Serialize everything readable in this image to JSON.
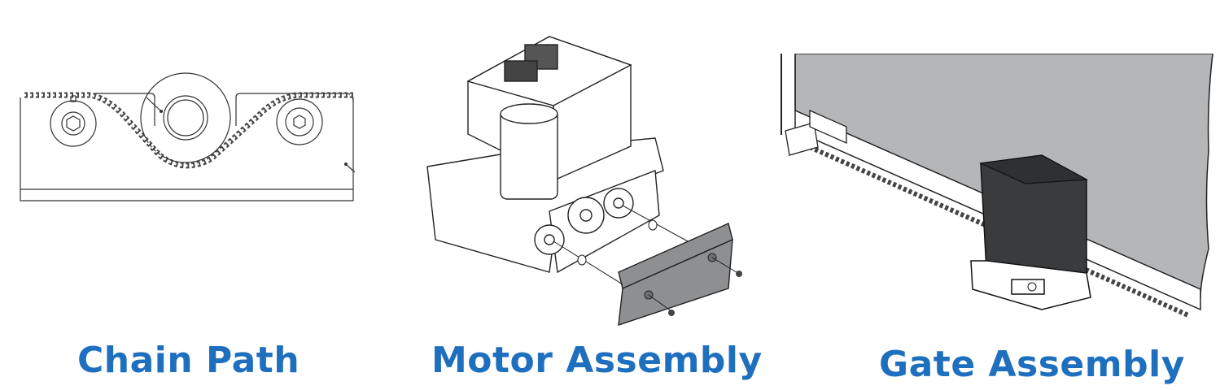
{
  "colors": {
    "label_blue": "#1f6fbf",
    "line": "#333333",
    "gate_gray": "#b4b6b8",
    "motor_dark": "#3a3b3d",
    "plate_gray": "#8e8f91",
    "background": "#ffffff"
  },
  "panels": [
    {
      "id": "chain-path",
      "caption": "Chain Path",
      "illustration": "chain-and-sprockets-icon"
    },
    {
      "id": "motor-assembly",
      "caption": "Motor Assembly",
      "illustration": "motor-exploded-view-icon"
    },
    {
      "id": "gate-assembly",
      "caption": "Gate Assembly",
      "illustration": "gate-with-operator-icon"
    }
  ]
}
